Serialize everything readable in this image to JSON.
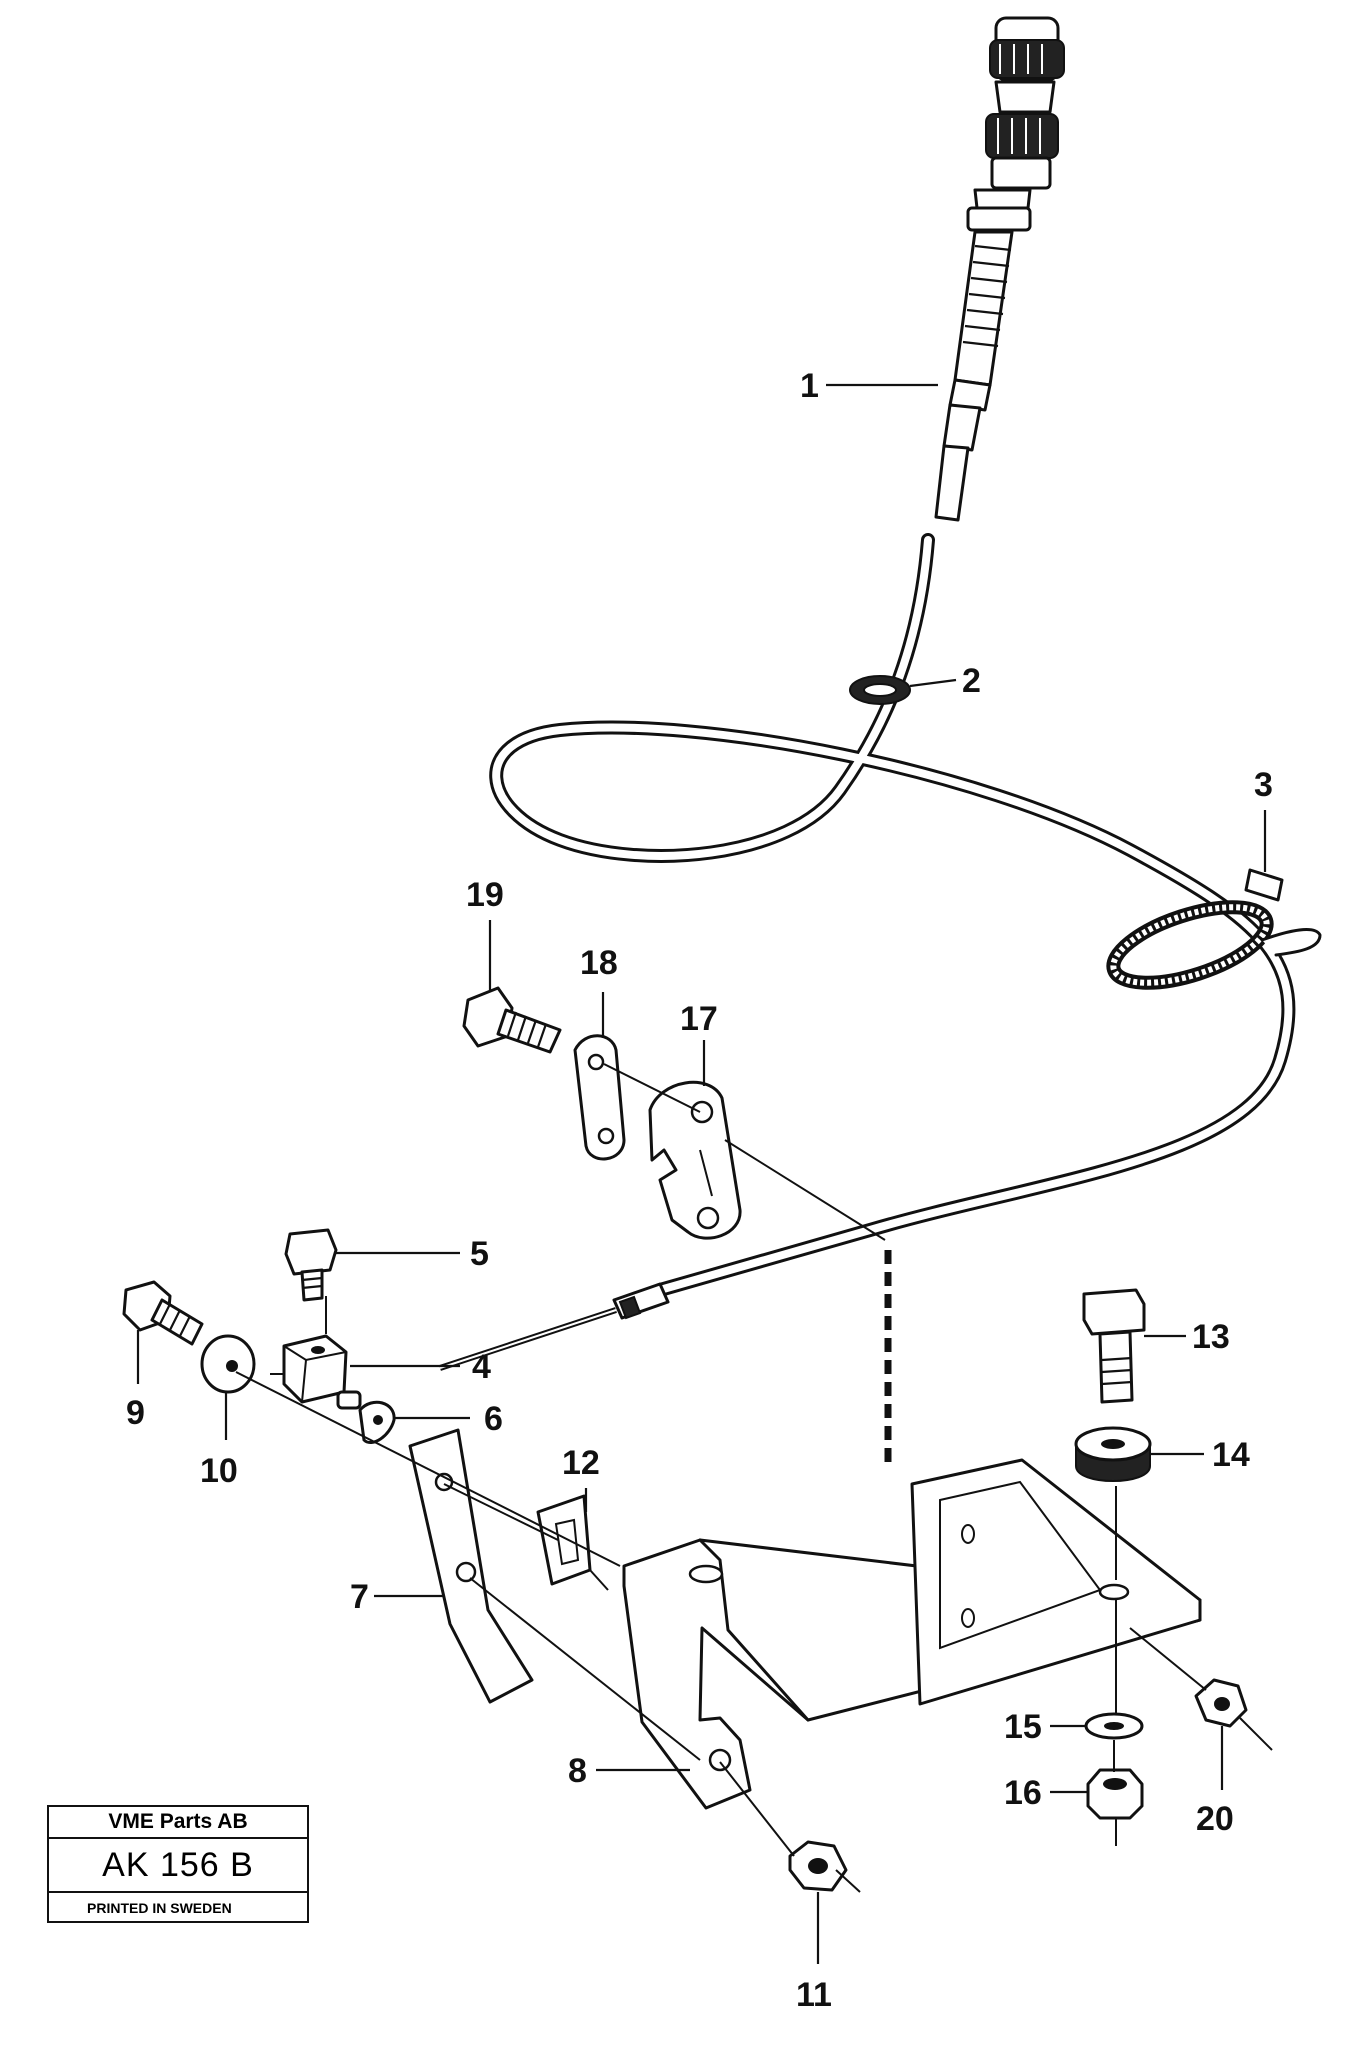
{
  "title_block": {
    "company": "VME Parts AB",
    "code": "AK 156 B",
    "printed": "PRINTED IN SWEDEN"
  },
  "callouts": [
    "1",
    "2",
    "3",
    "4",
    "5",
    "6",
    "7",
    "8",
    "9",
    "10",
    "11",
    "12",
    "13",
    "14",
    "15",
    "16",
    "17",
    "18",
    "19",
    "20"
  ],
  "icons": [
    "cable-knob",
    "grommet",
    "cable-tie",
    "bolt",
    "washer",
    "nut",
    "bracket",
    "clamp",
    "clip",
    "pivot-block"
  ]
}
